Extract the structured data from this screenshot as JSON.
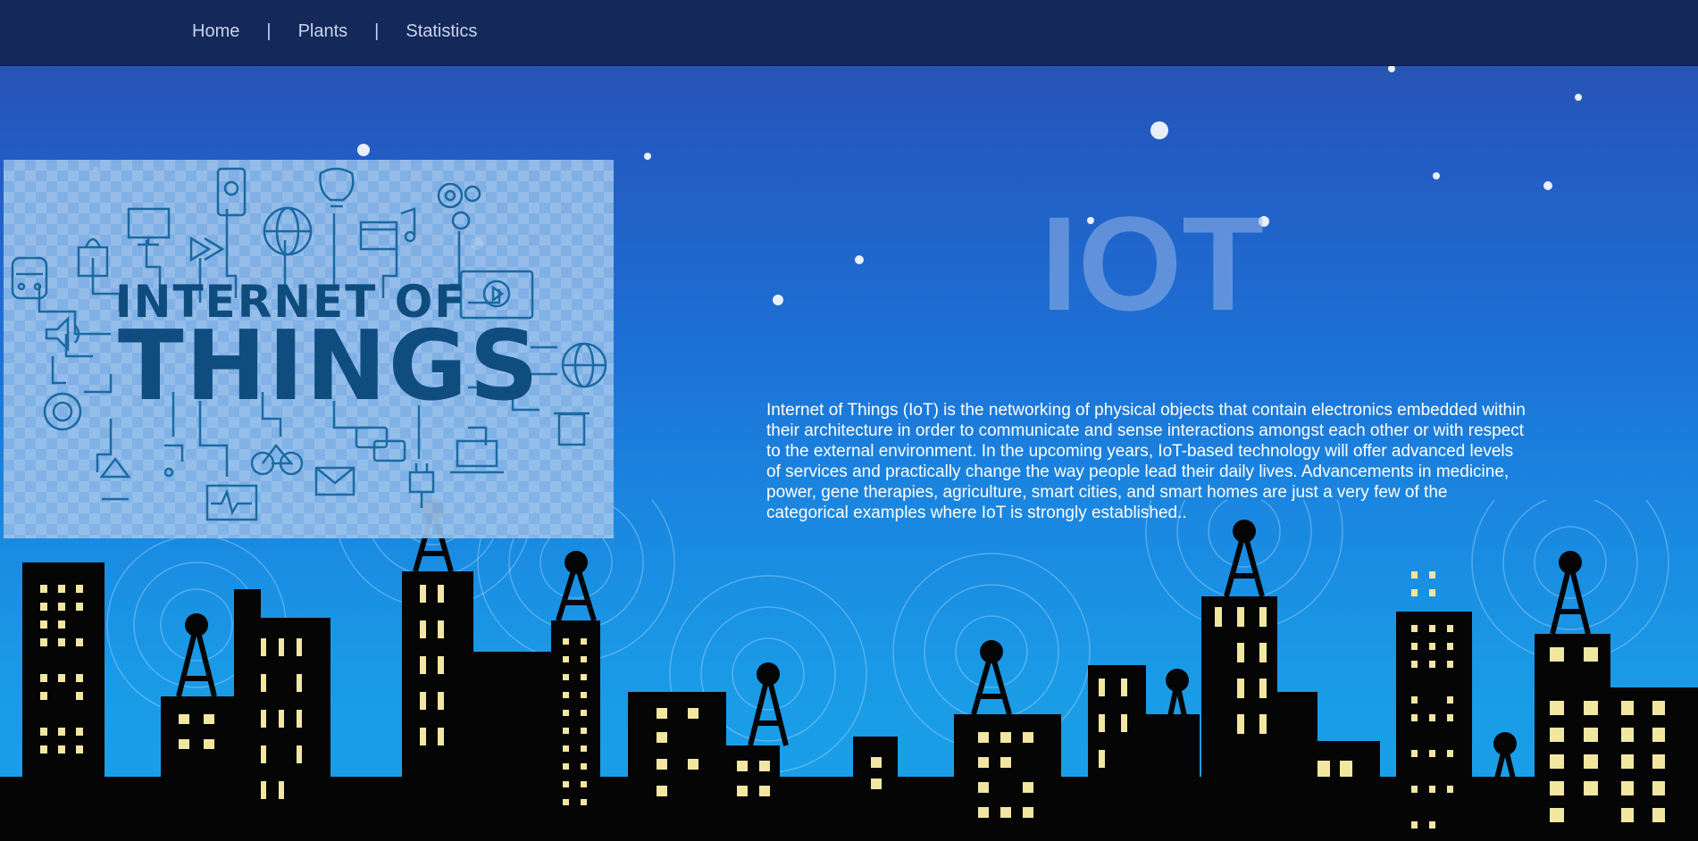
{
  "nav": {
    "items": [
      {
        "label": "Home"
      },
      {
        "label": "Plants"
      },
      {
        "label": "Statistics"
      }
    ],
    "separator": "|"
  },
  "hero": {
    "panel_title_line1": "INTERNET OF",
    "panel_title_line2": "THINGS",
    "title": "IOT",
    "description": "Internet of Things (IoT) is the networking of physical objects that contain electronics embedded within their architecture in order to communicate and sense interactions amongst each other or with respect to the external environment. In the upcoming years, IoT-based technology will offer advanced levels of services and practically change the way people lead their daily lives. Advancements in medicine, power, gene therapies, agriculture, smart cities, and smart homes are just a very few of the categorical examples where IoT is strongly established.."
  },
  "colors": {
    "navbar": "#14285a",
    "nav_text": "#c9d3ea",
    "sky_top": "#2a4fa8",
    "sky_bottom": "#1aa2e8",
    "panel_ink": "#0e4a78",
    "window_light": "#f2e7a0"
  },
  "icons": [
    "train-icon",
    "bag-icon",
    "monitor-icon",
    "play-icon",
    "phone-icon",
    "globe-icon",
    "bulb-icon",
    "film-icon",
    "music-icon",
    "gear-icon",
    "speaker-icon",
    "video-icon",
    "sun-icon",
    "recycle-icon",
    "faucet-icon",
    "ecg-icon",
    "bicycle-icon",
    "mail-icon",
    "chat-icon",
    "plug-icon",
    "laptop-icon",
    "trash-icon"
  ]
}
